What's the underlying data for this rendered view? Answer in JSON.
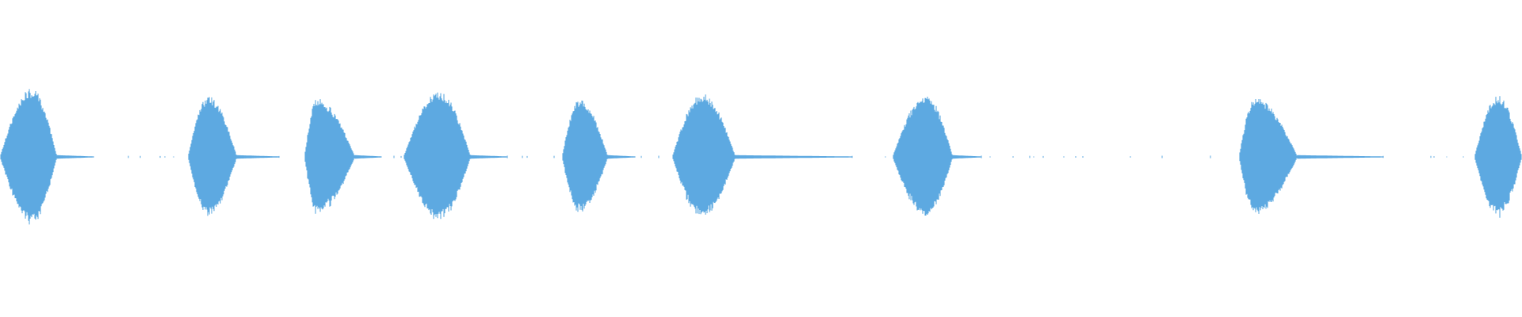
{
  "waveform": {
    "color": "#5DA9E1",
    "background": "#FFFFFF",
    "bursts": [
      {
        "amplitude": 0.94,
        "attack_ms": 40,
        "decay_ms": 45
      },
      {
        "amplitude": 0.83,
        "attack_ms": 25,
        "decay_ms": 45
      },
      {
        "amplitude": 0.8,
        "attack_ms": 15,
        "decay_ms": 50
      },
      {
        "amplitude": 0.9,
        "attack_ms": 40,
        "decay_ms": 40
      },
      {
        "amplitude": 0.8,
        "attack_ms": 20,
        "decay_ms": 45
      },
      {
        "amplitude": 0.87,
        "attack_ms": 35,
        "decay_ms": 45
      },
      {
        "amplitude": 0.85,
        "attack_ms": 30,
        "decay_ms": 45
      },
      {
        "amplitude": 0.81,
        "attack_ms": 15,
        "decay_ms": 60
      },
      {
        "amplitude": 0.84,
        "attack_ms": 20,
        "decay_ms": 40
      }
    ]
  }
}
